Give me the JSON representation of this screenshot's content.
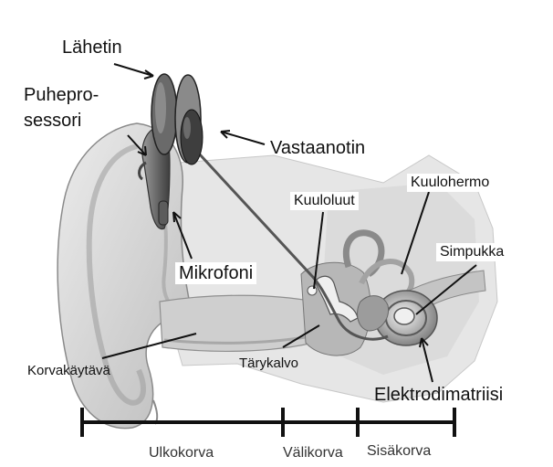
{
  "labels": {
    "transmitter": "Lähetin",
    "speech_processor_line1": "Puhepro-",
    "speech_processor_line2": "sessori",
    "receiver": "Vastaanotin",
    "microphone": "Mikrofoni",
    "ossicles": "Kuuloluut",
    "auditory_nerve": "Kuulohermo",
    "cochlea": "Simpukka",
    "ear_canal": "Korvakäytävä",
    "eardrum": "Tärykalvo",
    "electrode_array": "Elektrodimatriisi"
  },
  "sections": {
    "outer_ear": "Ulkokorva",
    "middle_ear": "Välikorva",
    "inner_ear": "Sisäkorva"
  },
  "colors": {
    "ear_skin": "#d9d9d9",
    "ear_shadow": "#9a9a9a",
    "bone_background": "#e4e4e4",
    "device_dark": "#4a4a4a",
    "device_light": "#8c8c8c",
    "line": "#111111"
  }
}
